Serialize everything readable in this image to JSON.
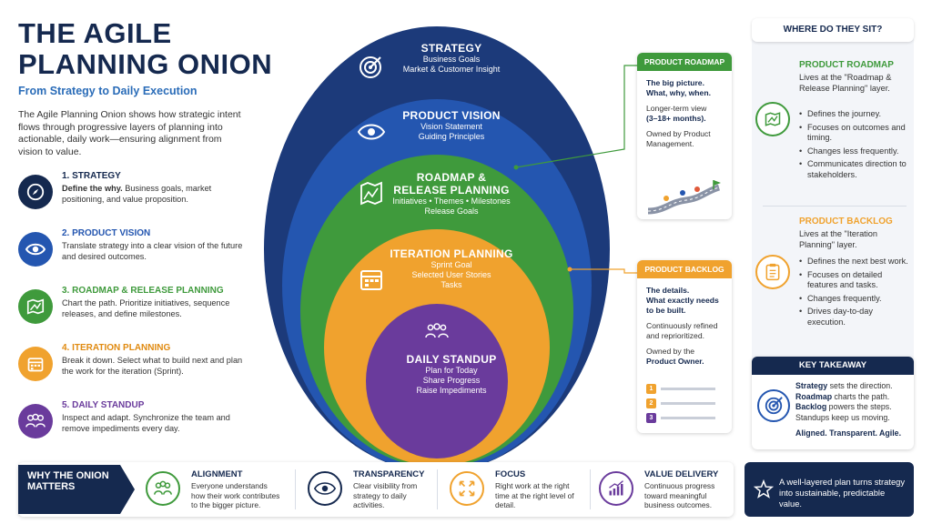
{
  "header": {
    "title": "THE AGILE PLANNING ONION",
    "subtitle": "From Strategy to Daily Execution",
    "intro": "The Agile Planning Onion shows how strategic intent flows through progressive layers of planning into actionable, daily work—ensuring alignment from vision to value."
  },
  "colors": {
    "navy": "#15294f",
    "strategy": "#1c3a7a",
    "vision": "#2456b0",
    "roadmap": "#3f9a3c",
    "iteration": "#f0a22e",
    "standup": "#6a3b9c"
  },
  "layers": [
    {
      "number_title": "1. STRATEGY",
      "desc_bold": "Define the why.",
      "desc": " Business goals, market positioning, and value proposition.",
      "icon": "compass-icon"
    },
    {
      "number_title": "2. PRODUCT VISION",
      "desc_bold": "",
      "desc": "Translate strategy into a clear vision of the future and desired outcomes.",
      "icon": "eye-icon"
    },
    {
      "number_title": "3. ROADMAP & RELEASE PLANNING",
      "desc_bold": "",
      "desc": "Chart the path. Prioritize initiatives, sequence releases, and define milestones.",
      "icon": "map-icon"
    },
    {
      "number_title": "4. ITERATION PLANNING",
      "desc_bold": "",
      "desc": "Break it down. Select what to build next and plan the work for the iteration (Sprint).",
      "icon": "calendar-icon"
    },
    {
      "number_title": "5. DAILY STANDUP",
      "desc_bold": "",
      "desc": "Inspect and adapt. Synchronize the team and remove impediments every day.",
      "icon": "team-icon"
    }
  ],
  "onion": {
    "strategy": {
      "title": "STRATEGY",
      "line1": "Business Goals",
      "line2": "Market & Customer Insight"
    },
    "vision": {
      "title": "PRODUCT VISION",
      "line1": "Vision Statement",
      "line2": "Guiding Principles"
    },
    "roadmap": {
      "title1": "ROADMAP &",
      "title2": "RELEASE PLANNING",
      "line1": "Initiatives • Themes • Milestones",
      "line2": "Release Goals"
    },
    "iteration": {
      "title": "ITERATION PLANNING",
      "line1": "Sprint Goal",
      "line2": "Selected User Stories",
      "line3": "Tasks"
    },
    "standup": {
      "title": "DAILY STANDUP",
      "line1": "Plan for Today",
      "line2": "Share Progress",
      "line3": "Raise Impediments"
    }
  },
  "callouts": {
    "roadmap": {
      "head": "PRODUCT ROADMAP",
      "p1": "The big picture.",
      "p1b": "What, why, when.",
      "p2": "Longer-term view",
      "p2b": "(3–18+ months).",
      "p3": "Owned by Product Management."
    },
    "backlog": {
      "head": "PRODUCT BACKLOG",
      "p1": "The details.",
      "p1b": "What exactly needs to be built.",
      "p2": "Continuously refined and reprioritized.",
      "p3": "Owned by the",
      "p3b": "Product Owner.",
      "items": [
        "1",
        "2",
        "3"
      ]
    }
  },
  "side": {
    "head": "WHERE DO THEY SIT?",
    "roadmap": {
      "title": "PRODUCT ROADMAP",
      "desc": "Lives at the \"Roadmap & Release Planning\" layer.",
      "bullets": [
        "Defines the journey.",
        "Focuses on outcomes and timing.",
        "Changes less frequently.",
        "Communicates direction to stakeholders."
      ]
    },
    "backlog": {
      "title": "PRODUCT BACKLOG",
      "desc": "Lives at the \"Iteration Planning\" layer.",
      "bullets": [
        "Defines the next best work.",
        "Focuses on detailed features and tasks.",
        "Changes frequently.",
        "Drives day-to-day execution."
      ]
    }
  },
  "takeaway": {
    "head": "KEY TAKEAWAY",
    "l1a": "Strategy",
    "l1b": " sets the direction.",
    "l2a": "Roadmap",
    "l2b": " charts the path.",
    "l3a": "Backlog",
    "l3b": " powers the steps.",
    "l4": "Standups keep us moving.",
    "final": "Aligned. Transparent. Agile."
  },
  "why": {
    "label": "WHY THE ONION MATTERS",
    "benefits": [
      {
        "title": "ALIGNMENT",
        "desc": "Everyone understands how their work contributes to the bigger picture.",
        "icon": "people-icon"
      },
      {
        "title": "TRANSPARENCY",
        "desc": "Clear visibility from strategy to daily activities.",
        "icon": "eye-icon"
      },
      {
        "title": "FOCUS",
        "desc": "Right work at the right time at the right level of detail.",
        "icon": "focus-arrows-icon"
      },
      {
        "title": "VALUE DELIVERY",
        "desc": "Continuous progress toward meaningful business outcomes.",
        "icon": "growth-chart-icon"
      }
    ]
  },
  "closing": "A well-layered plan turns strategy into sustainable, predictable value."
}
